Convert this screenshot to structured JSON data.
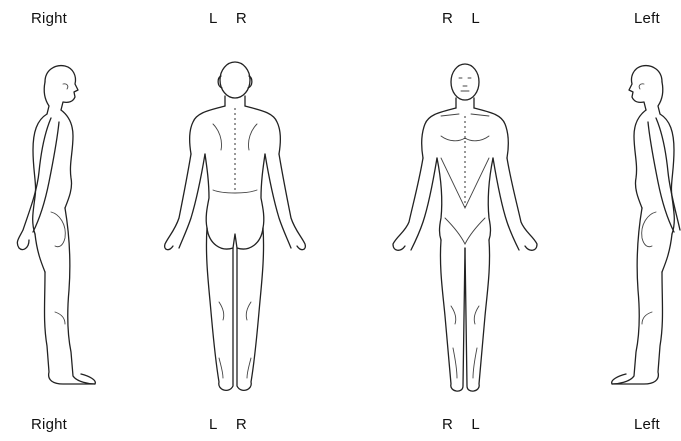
{
  "top_labels": {
    "right_side": "Right",
    "back": {
      "left": "L",
      "right": "R"
    },
    "front": {
      "right": "R",
      "left": "L"
    },
    "left_side": "Left"
  },
  "bottom_labels": {
    "right_side": "Right",
    "back": {
      "left": "L",
      "right": "R"
    },
    "front": {
      "right": "R",
      "left": "L"
    },
    "left_side": "Left"
  },
  "figures": [
    {
      "view": "right-side",
      "icon": "body-right-side-icon"
    },
    {
      "view": "back",
      "icon": "body-back-icon"
    },
    {
      "view": "front",
      "icon": "body-front-icon"
    },
    {
      "view": "left-side",
      "icon": "body-left-side-icon"
    }
  ],
  "colors": {
    "line": "#222222",
    "background": "#ffffff"
  }
}
